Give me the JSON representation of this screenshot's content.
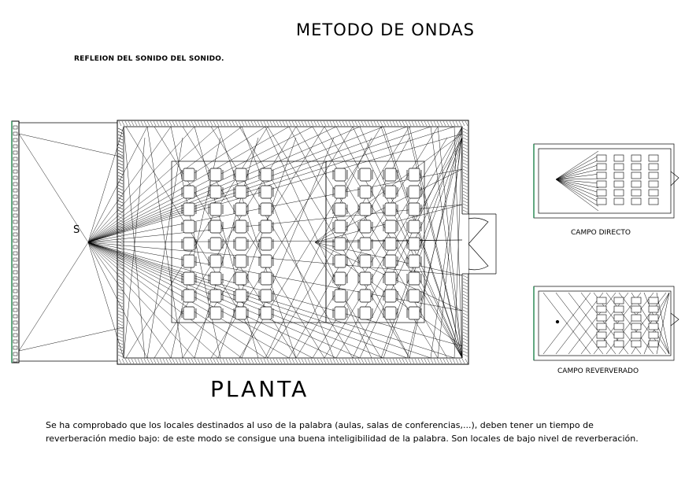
{
  "title": "METODO DE ONDAS",
  "subtitle": "REFLEION DEL SONIDO DEL SONIDO.",
  "plan_label": "PLANTA",
  "source_label": "S",
  "direct_label": "CAMPO DIRECTO",
  "reverb_label": "CAMPO REVERVERADO",
  "note": "Se ha comprobado que los locales destinados al uso de la palabra (aulas, salas de conferencias,...), deben tener un tiempo de reverberación medio bajo: de este modo se consigue una buena inteligibilidad de la palabra. Son locales de bajo nivel de reverberación.",
  "colors": {
    "ink": "#000000",
    "accent": "#2e8b57"
  }
}
